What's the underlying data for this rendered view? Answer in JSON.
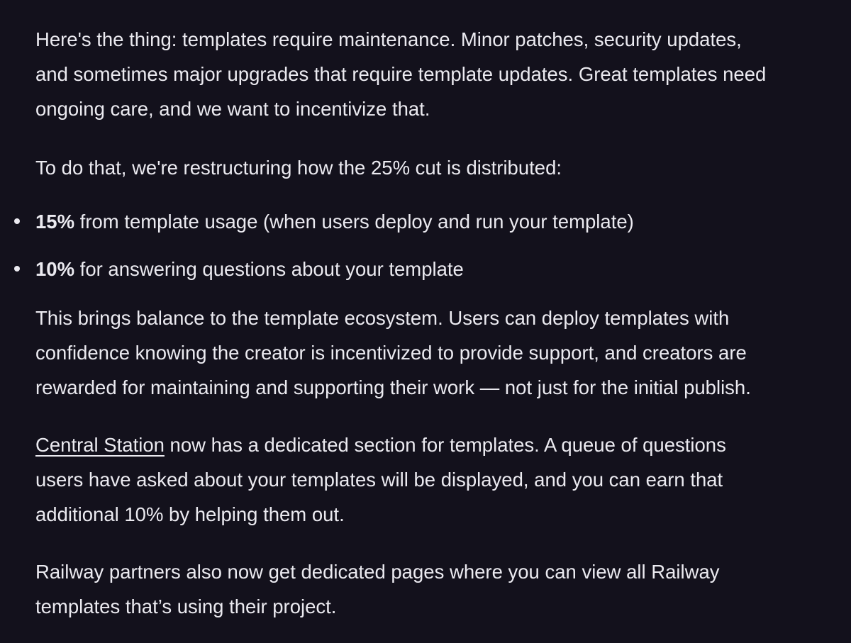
{
  "article": {
    "intro": {
      "lines": [
        "Here's the thing: templates require maintenance. Minor patches, security updates,",
        "and sometimes major upgrades that require template updates. Great templates need",
        "ongoing care, and we want to incentivize that."
      ]
    },
    "restructure": {
      "text": "To do that, we're restructuring how the 25% cut is distributed:"
    },
    "bullets": [
      {
        "strong": "15%",
        "rest": " from template usage (when users deploy and run your template)"
      },
      {
        "strong": "10%",
        "rest": " for answering questions about your template"
      }
    ],
    "balance": {
      "lines": [
        "This brings balance to the template ecosystem. Users can deploy templates with",
        "confidence knowing the creator is incentivized to provide support, and creators are",
        "rewarded for maintaining and supporting their work — not just for the initial publish."
      ]
    },
    "central_station": {
      "link_text": "Central Station",
      "line1_rest": " now has a dedicated section for templates. A queue of questions",
      "line2": "users have asked about your templates will be displayed, and you can earn that",
      "line3": "additional 10% by helping them out."
    },
    "partners": {
      "lines": [
        "Railway partners also now get dedicated pages where you can view all Railway",
        "templates that’s using their project."
      ]
    }
  }
}
